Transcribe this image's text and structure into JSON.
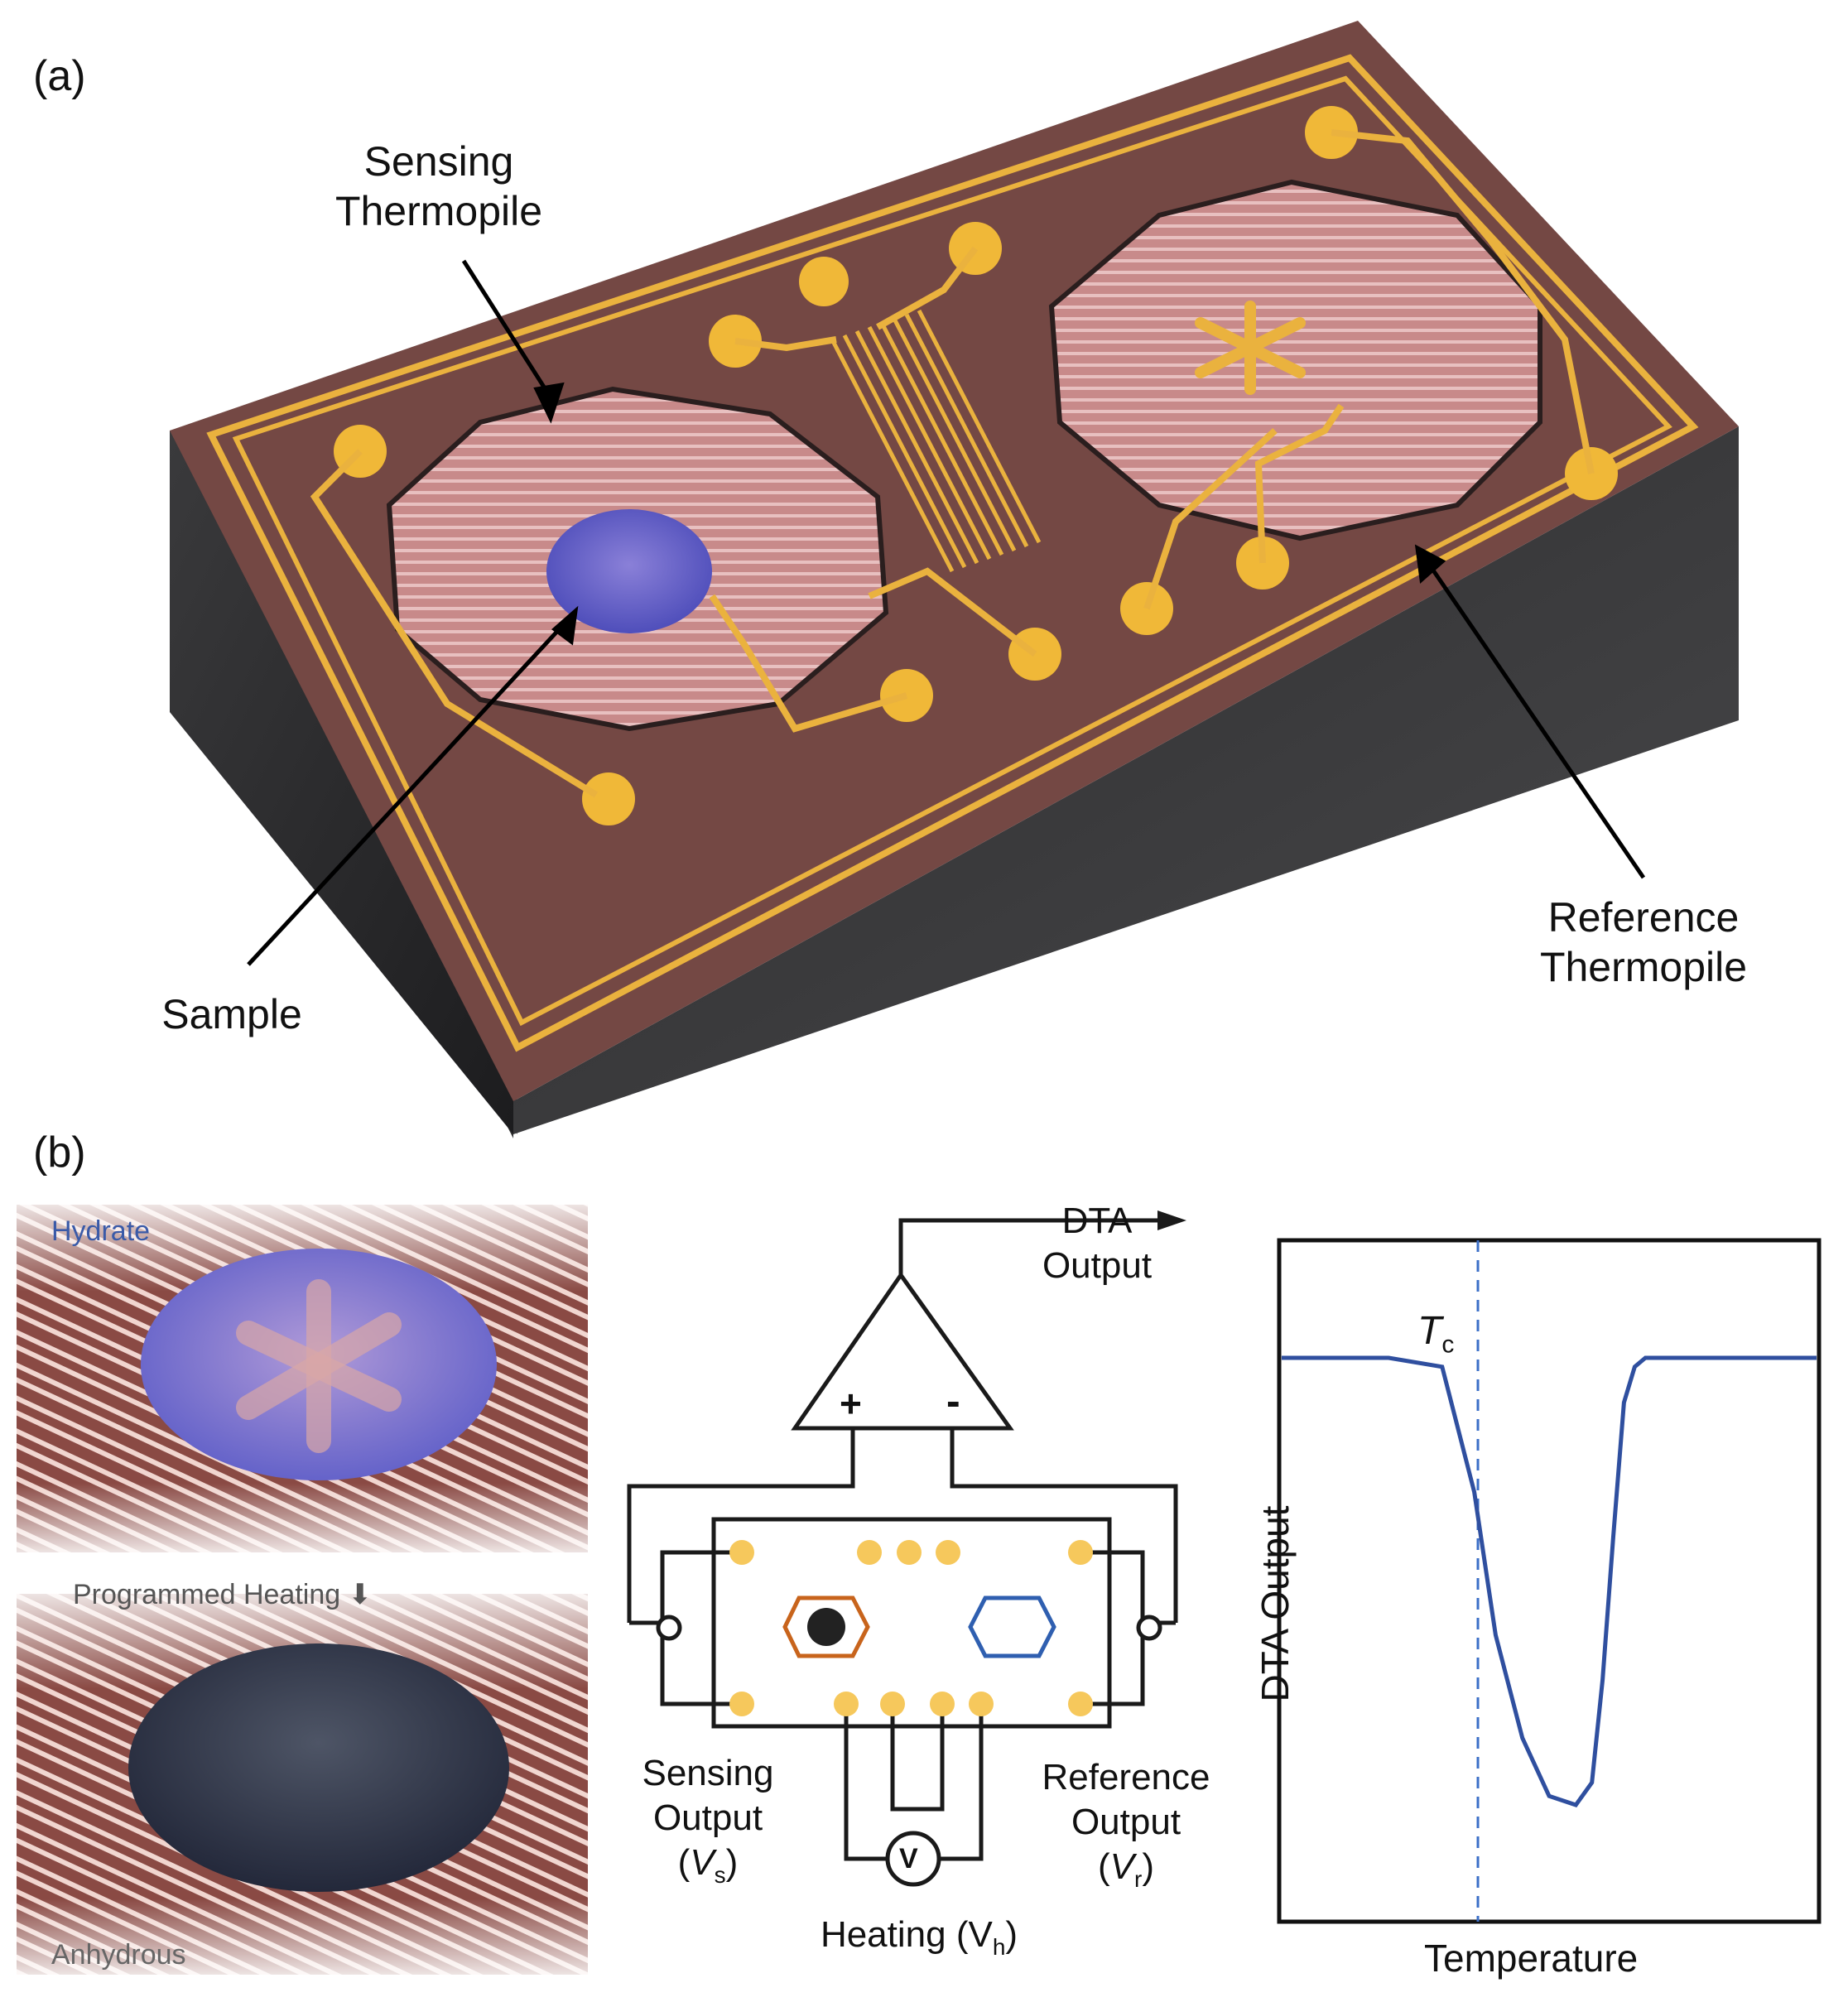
{
  "panel_a": {
    "label": "(a)",
    "sensing_label": [
      "Sensing",
      "Thermopile"
    ],
    "reference_label": [
      "Reference",
      "Thermopile"
    ],
    "sample_label": "Sample"
  },
  "panel_b": {
    "label": "(b)",
    "hydrate_label": "Hydrate",
    "heating_step_label": "Programmed Heating",
    "heating_arrow": "⬇",
    "anhydrous_label": "Anhydrous",
    "dta_output_label": [
      "DTA",
      "Output"
    ],
    "plus_sign": "+",
    "minus_sign": "-",
    "sensing_output": [
      "Sensing",
      "Output"
    ],
    "sensing_symbol": "V",
    "sensing_sub": "s",
    "reference_output": [
      "Reference",
      "Output"
    ],
    "reference_symbol": "V",
    "reference_sub": "r",
    "voltmeter_symbol": "V",
    "heating_prefix": "Heating (V",
    "heating_sub": "h",
    "heating_suffix": ")"
  },
  "chart_data": {
    "type": "line",
    "xlabel": "Temperature",
    "ylabel": "DTA Output",
    "annotation": {
      "symbol": "T",
      "subscript": "c"
    },
    "series": [
      {
        "x": [
          0,
          20,
          30,
          36,
          40,
          45,
          50,
          55,
          58,
          60,
          62,
          64,
          66,
          68,
          100
        ],
        "y": [
          0,
          0,
          -0.02,
          -0.3,
          -0.62,
          -0.85,
          -0.98,
          -1.0,
          -0.95,
          -0.72,
          -0.4,
          -0.1,
          -0.02,
          0,
          0
        ]
      }
    ],
    "colors": {
      "line": "#2f4f9f",
      "dashed": "#3b6fc8",
      "sensing_hex": "#c8641c",
      "reference_hex": "#2f5fb0",
      "pad": "#f6c85c"
    }
  }
}
